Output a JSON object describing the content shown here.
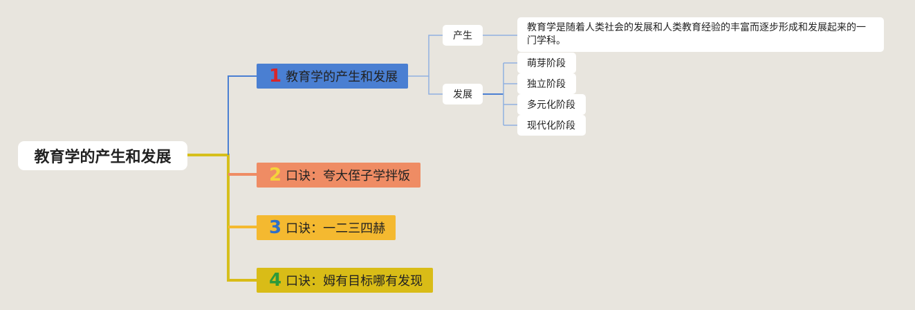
{
  "root": {
    "label": "教育学的产生和发展"
  },
  "branches": [
    {
      "number": "1",
      "label": "教育学的产生和发展"
    },
    {
      "number": "2",
      "label": "口诀：夸大侄子学拌饭"
    },
    {
      "number": "3",
      "label": "口诀：一二三四赫"
    },
    {
      "number": "4",
      "label": "口诀：姆有目标哪有发现"
    }
  ],
  "sub": {
    "chansheng": "产生",
    "fazhan": "发展",
    "chansheng_desc": "教育学是随着人类社会的发展和人类教育经验的丰富而逐步形成和发展起来的一门学科。",
    "stages": [
      "萌芽阶段",
      "独立阶段",
      "多元化阶段",
      "现代化阶段"
    ]
  },
  "colors": {
    "background": "#e8e5de",
    "trunk": "#d6bf1c",
    "branch1": "#4a7fd2",
    "branch2": "#ef8c64",
    "branch3": "#f4b930",
    "branch4": "#d9bc17",
    "sublink": "#8fb0e0"
  }
}
